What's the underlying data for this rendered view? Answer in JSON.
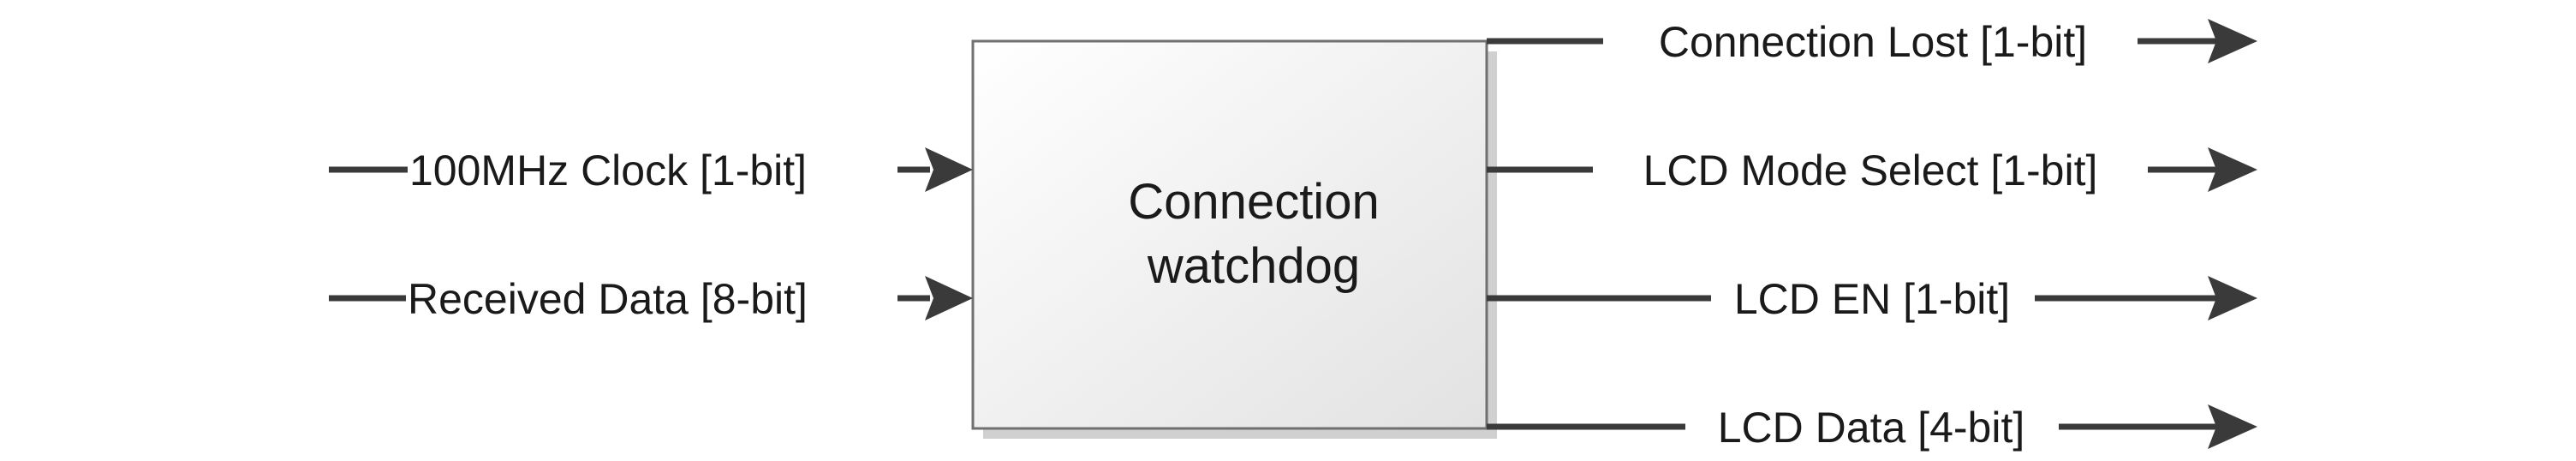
{
  "block": {
    "line1": "Connection",
    "line2": "watchdog"
  },
  "inputs": [
    {
      "label": "100MHz Clock [1-bit]"
    },
    {
      "label": "Received Data [8-bit]"
    }
  ],
  "outputs": [
    {
      "label": "Connection Lost [1-bit]"
    },
    {
      "label": "LCD Mode Select [1-bit]"
    },
    {
      "label": "LCD EN [1-bit]"
    },
    {
      "label": "LCD Data [4-bit]"
    }
  ],
  "colors": {
    "wire": "#3a3a3a",
    "block_border": "#707070",
    "block_fill_top": "#ffffff",
    "block_fill_bottom": "#e4e4e4",
    "shadow": "#cfcfcf"
  }
}
